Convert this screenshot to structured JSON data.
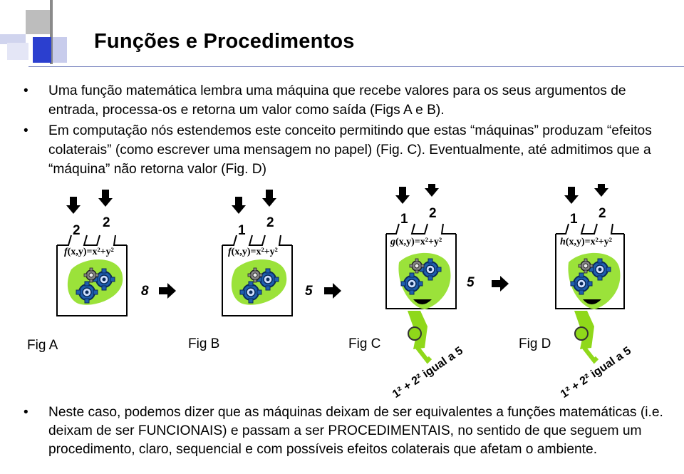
{
  "title": "Funções e Procedimentos",
  "bullets_top": [
    "Uma função matemática lembra uma máquina que recebe valores para os seus argumentos de entrada, processa-os e retorna um valor como saída (Figs A e B).",
    "Em computação nós estendemos este conceito permitindo que estas “máquinas” produzam “efeitos colaterais” (como escrever uma mensagem no papel) (Fig. C). Eventualmente, até admitimos que a “máquina” não retorna valor (Fig. D)"
  ],
  "figures": [
    {
      "label": "Fig A",
      "input1": "2",
      "input2": "2",
      "formula_name": "f",
      "formula_body": "(x,y)=x²+y²",
      "output": "8"
    },
    {
      "label": "Fig B",
      "input1": "1",
      "input2": "2",
      "formula_name": "f",
      "formula_body": "(x,y)=x²+y²",
      "output": "5"
    },
    {
      "label": "Fig C",
      "input1": "1",
      "input2": "2",
      "formula_name": "g",
      "formula_body": "(x,y)=x²+y²",
      "output": "5",
      "paper": "1² + 2² igual a 5"
    },
    {
      "label": "Fig D",
      "input1": "1",
      "input2": "2",
      "formula_name": "h",
      "formula_body": "(x,y)=x²+y²",
      "output": "",
      "paper": "1² + 2² igual a 5"
    }
  ],
  "bullets_bottom": [
    "Neste caso, podemos dizer que as máquinas deixam de ser equivalentes a funções matemáticas (i.e. deixam de ser FUNCIONAIS) e passam a ser PROCEDIMENTAIS, no sentido de que seguem um procedimento, claro, sequencial e com possíveis efeitos colaterais que afetam o ambiente."
  ],
  "colors": {
    "accent_blue": "#2b3fcf",
    "corner_gray": "#9a9a9a",
    "machine_green": "#9be23a",
    "gear_blue": "#1f5fb0"
  }
}
